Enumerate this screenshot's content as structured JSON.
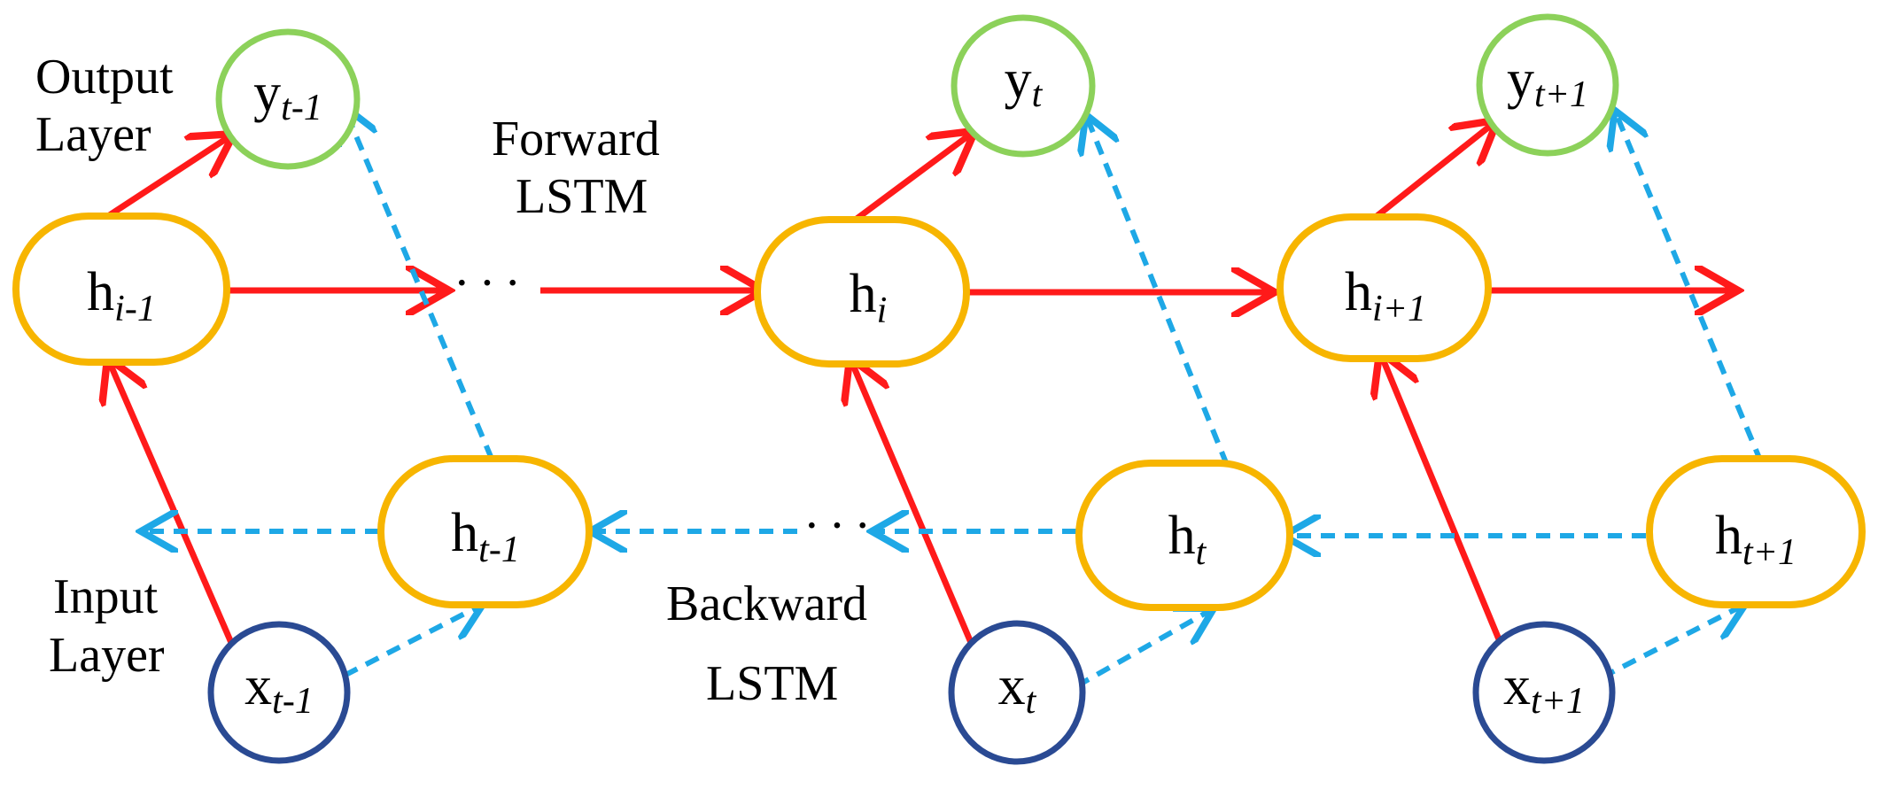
{
  "colors": {
    "forward": "#ff1a1a",
    "backward": "#1ea8e6",
    "hidden_node": "#f7b500",
    "output_node": "#8cd15a",
    "input_node": "#2a4a93"
  },
  "labels": {
    "output_layer_1": "Output",
    "output_layer_2": "Layer",
    "input_layer_1": "Input",
    "input_layer_2": "Layer",
    "forward_1": "Forward",
    "forward_2": "LSTM",
    "backward_1": "Backward",
    "backward_2": "LSTM",
    "dots_forward": "···",
    "dots_backward": "···"
  },
  "nodes": {
    "forward": [
      {
        "base": "h",
        "sub": "i-1"
      },
      {
        "base": "h",
        "sub": "i"
      },
      {
        "base": "h",
        "sub": "i+1"
      }
    ],
    "backward": [
      {
        "base": "h",
        "sub": "t-1"
      },
      {
        "base": "h",
        "sub": "t"
      },
      {
        "base": "h",
        "sub": "t+1"
      }
    ],
    "output": [
      {
        "base": "y",
        "sub": "t-1"
      },
      {
        "base": "y",
        "sub": "t"
      },
      {
        "base": "y",
        "sub": "t+1"
      }
    ],
    "input": [
      {
        "base": "x",
        "sub": "t-1"
      },
      {
        "base": "x",
        "sub": "t"
      },
      {
        "base": "x",
        "sub": "t+1"
      }
    ]
  }
}
